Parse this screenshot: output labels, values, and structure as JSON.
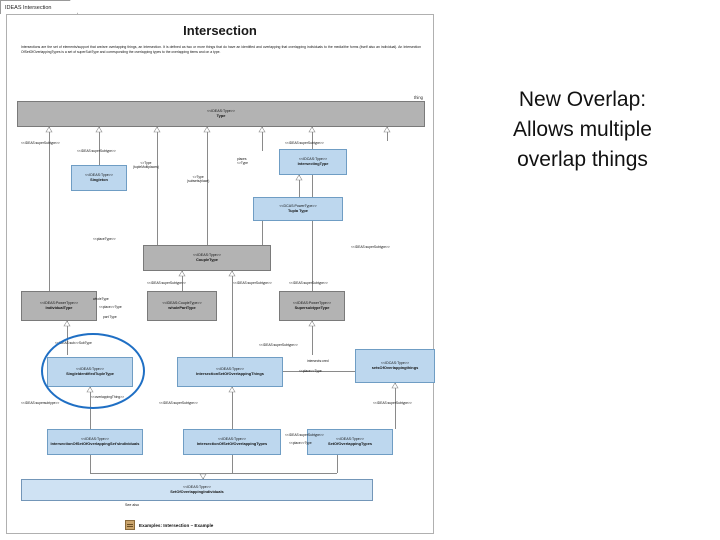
{
  "tab": {
    "label": "IDEAS Intersection"
  },
  "page": {
    "title": "Intersection",
    "paragraph": "Intersections are the set of elements/support that are/are overlapping things, an Intersection. It is defined as two or more things that do have an identified and overlapping that overlapping individuals to the media/the forms (itself also an individual). An Intersection OfSetOfOverlappingTypes is a set of superSubType and corresponding the overlapping types to the overlapping items and on a type.",
    "thing_label": "thing",
    "see_also": "See also",
    "example_label": "Examples: Intersection – Example"
  },
  "callout": {
    "line1": "New Overlap:",
    "line2": "Allows multiple",
    "line3": "overlap things"
  },
  "boxes": [
    {
      "id": "type",
      "stereotype": "<<IDEAS:Type>>",
      "name": "Type",
      "style": "gray"
    },
    {
      "id": "singleton",
      "stereotype": "<<IDEAS:Type>>",
      "name": "Singleton",
      "style": "blue"
    },
    {
      "id": "intersectingtype",
      "stereotype": "<<IDCAS:Type>>",
      "name": "IntersectingType",
      "style": "blue"
    },
    {
      "id": "tuplatype",
      "stereotype": "<<DCAS:PowerType>>",
      "name": "Tupla Type",
      "style": "blue"
    },
    {
      "id": "couplettype",
      "stereotype": "<<IDEAS:Type>>",
      "name": "CoupleType",
      "style": "gray"
    },
    {
      "id": "individualtype",
      "stereotype": "<<IDEAS:PowerType>>",
      "name": "IndividualType",
      "style": "gray"
    },
    {
      "id": "wholeparttype",
      "stereotype": "<<IDEAS:CoupleType>>",
      "name": "wholePartType",
      "style": "gray"
    },
    {
      "id": "supersubtype",
      "stereotype": "<<IDEAS:PowerType>>",
      "name": "SupersubtypeType",
      "style": "gray"
    },
    {
      "id": "singleidentifiedtype",
      "stereotype": "<<IDEAS:Type>>",
      "name": "SingleIdentifiedTupleType",
      "style": "blue"
    },
    {
      "id": "intersectionsetof",
      "stereotype": "<<IDEAS:Type>>",
      "name": "IntersectionSetOfOverlappingThings",
      "style": "blue"
    },
    {
      "id": "setsofoverlapping",
      "stereotype": "<<IDCAS:Type>>",
      "name": "setsOfOverlappingthings",
      "style": "blue"
    },
    {
      "id": "intersectionofset1",
      "stereotype": "<<IDEAS:Type>>",
      "name": "IntersectionOfSetOfOverlappingSet'sIndividuals",
      "style": "blue"
    },
    {
      "id": "intersectionofset2",
      "stereotype": "<<IDEAS:Type>>",
      "name": "IntersectionOfSetOfOverlappingTypes",
      "style": "blue"
    },
    {
      "id": "setofoverlapping",
      "stereotype": "<<IDEAS:Type>>",
      "name": "SetOfOverlappingTypes",
      "style": "blue"
    },
    {
      "id": "bottombar",
      "stereotype": "<<IDEAS:Type>>",
      "name": "SetOfOverlappingIndividuals",
      "style": "ltblue"
    }
  ],
  "edge_labels": [
    {
      "id": "e1",
      "text": "<<IDEAS:superSubtype>>"
    },
    {
      "id": "e2",
      "text": "<<IDEAS:superSubtype>>"
    },
    {
      "id": "e3",
      "text": "<<IDEAS:superSubtype>>"
    },
    {
      "id": "e4",
      "text": "<<place>>Type<br>(tupleMultiplaces)"
    },
    {
      "id": "e5",
      "text": "<<place>>Type<br>(subsets/place)"
    },
    {
      "id": "e6",
      "text": "places<br><<place>>Type"
    },
    {
      "id": "e7",
      "text": "<<placeType>>"
    },
    {
      "id": "e8",
      "text": "<<IDEAS:superSubtype>>"
    },
    {
      "id": "e9",
      "text": "<<IDEAS:superSubtype>>"
    },
    {
      "id": "e10",
      "text": "<<IDEAS:superSubtype>>"
    },
    {
      "id": "e11",
      "text": "<<IDEAS:superSubtype>>"
    },
    {
      "id": "e12",
      "text": "<<IDEAS:superSubtype>>"
    },
    {
      "id": "e13",
      "text": "wholeType"
    },
    {
      "id": "e14",
      "text": "<<place>>Type"
    },
    {
      "id": "e15",
      "text": "part Type"
    },
    {
      "id": "e16",
      "text": "<<IDEAS:superSubtype>>"
    },
    {
      "id": "e17",
      "text": "<<IDEAS:sub>>SubType"
    },
    {
      "id": "e18",
      "text": "<<IDEAS:superSubtype>>"
    },
    {
      "id": "e19",
      "text": "<<IDEAS:supersubtype>>"
    },
    {
      "id": "e20",
      "text": "<<IDEAS:superSubtype>>"
    },
    {
      "id": "e21",
      "text": "<<IDEAS:superSubtype>>"
    },
    {
      "id": "e22",
      "text": "intersects:ored"
    },
    {
      "id": "e23",
      "text": "<<place>>Type"
    },
    {
      "id": "e24",
      "text": "<<IDEAS:superSubtype>>"
    },
    {
      "id": "e25",
      "text": "<<IDEAS:superSubtype>>"
    },
    {
      "id": "e26",
      "text": "<<IDEAS:superSubtype>>"
    },
    {
      "id": "e27",
      "text": "<<overlappingThing>>"
    },
    {
      "id": "e28",
      "text": "<<place>>Type"
    },
    {
      "id": "e29",
      "text": "<<IDEAS:<br>superSubtype>>"
    },
    {
      "id": "e30",
      "text": "intersects:ored"
    },
    {
      "id": "e31",
      "text": "<<placeType>>"
    }
  ]
}
